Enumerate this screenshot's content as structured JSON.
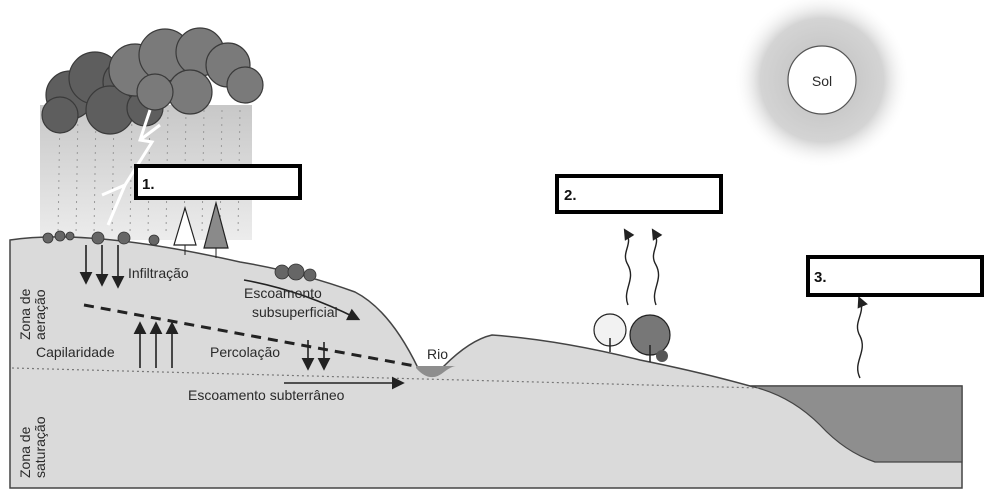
{
  "sun": {
    "label": "Sol"
  },
  "zones": {
    "aeration": [
      "Zona de",
      "aeração"
    ],
    "saturation": [
      "Zona de",
      "saturação"
    ]
  },
  "process_labels": {
    "infiltration": "Infiltração",
    "surface_flow_1": "Escoamento",
    "surface_flow_2": "subsuperficial",
    "capillarity": "Capilaridade",
    "percolation": "Percolação",
    "river": "Rio",
    "groundwater_flow": "Escoamento subterrâneo"
  },
  "answer_boxes": [
    {
      "number": "1.",
      "text": ""
    },
    {
      "number": "2.",
      "text": ""
    },
    {
      "number": "3.",
      "text": ""
    }
  ],
  "colors": {
    "ground": "#d9d9d9",
    "water": "#8f8f8f",
    "cloud": "#6a6a6a",
    "sun_glow": "#c8c8c8"
  }
}
